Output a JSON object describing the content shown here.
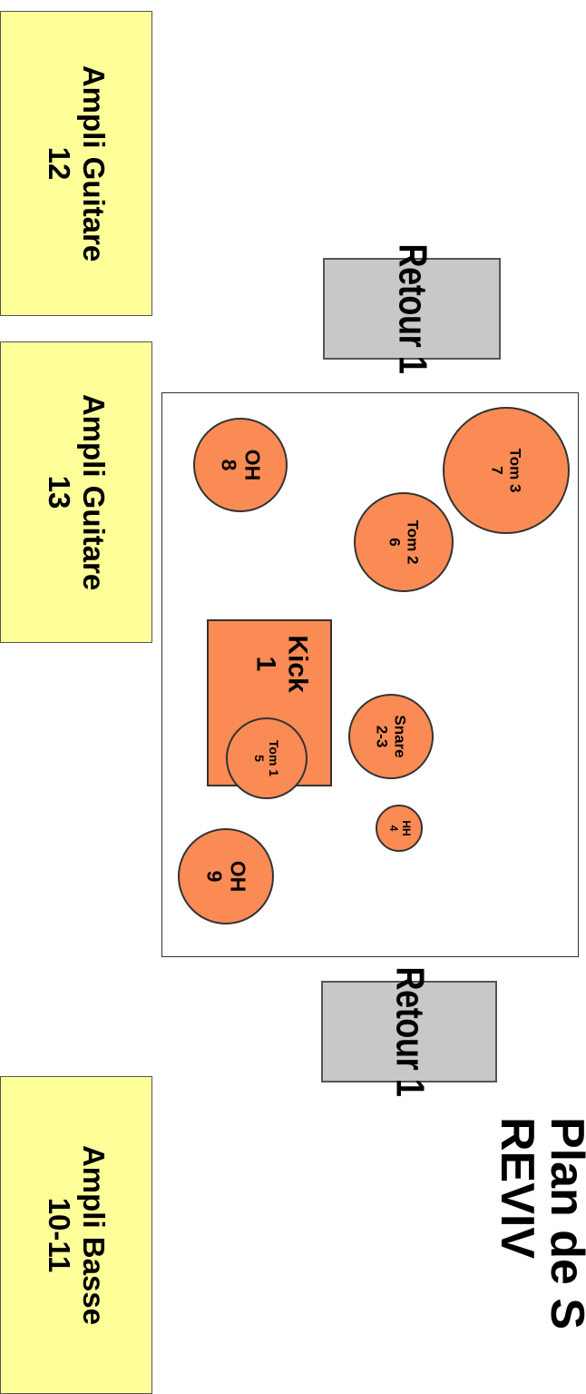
{
  "amps": [
    {
      "label": "Ampli Guitare",
      "channel": "12"
    },
    {
      "label": "Ampli Guitare",
      "channel": "13"
    },
    {
      "label": "Ampli Basse",
      "channel": "10-11"
    }
  ],
  "retours": [
    {
      "label": "Retour 1"
    },
    {
      "label": "Retour 1"
    }
  ],
  "drums": {
    "oh_left": {
      "label": "OH",
      "channel": "8"
    },
    "tom3": {
      "label": "Tom 3",
      "channel": "7"
    },
    "tom2": {
      "label": "Tom 2",
      "channel": "6"
    },
    "kick": {
      "label": "Kick",
      "channel": "1"
    },
    "tom1": {
      "label": "Tom 1",
      "channel": "5"
    },
    "snare": {
      "label": "Snare",
      "channel": "2-3"
    },
    "hh": {
      "label": "HH",
      "channel": "4"
    },
    "oh_right": {
      "label": "OH",
      "channel": "9"
    }
  },
  "title": {
    "line1": "Plan de S",
    "line2": "REVIV"
  },
  "colors": {
    "amp": "#ffff99",
    "retour": "#c8c8c8",
    "drum": "#fb8b55"
  }
}
